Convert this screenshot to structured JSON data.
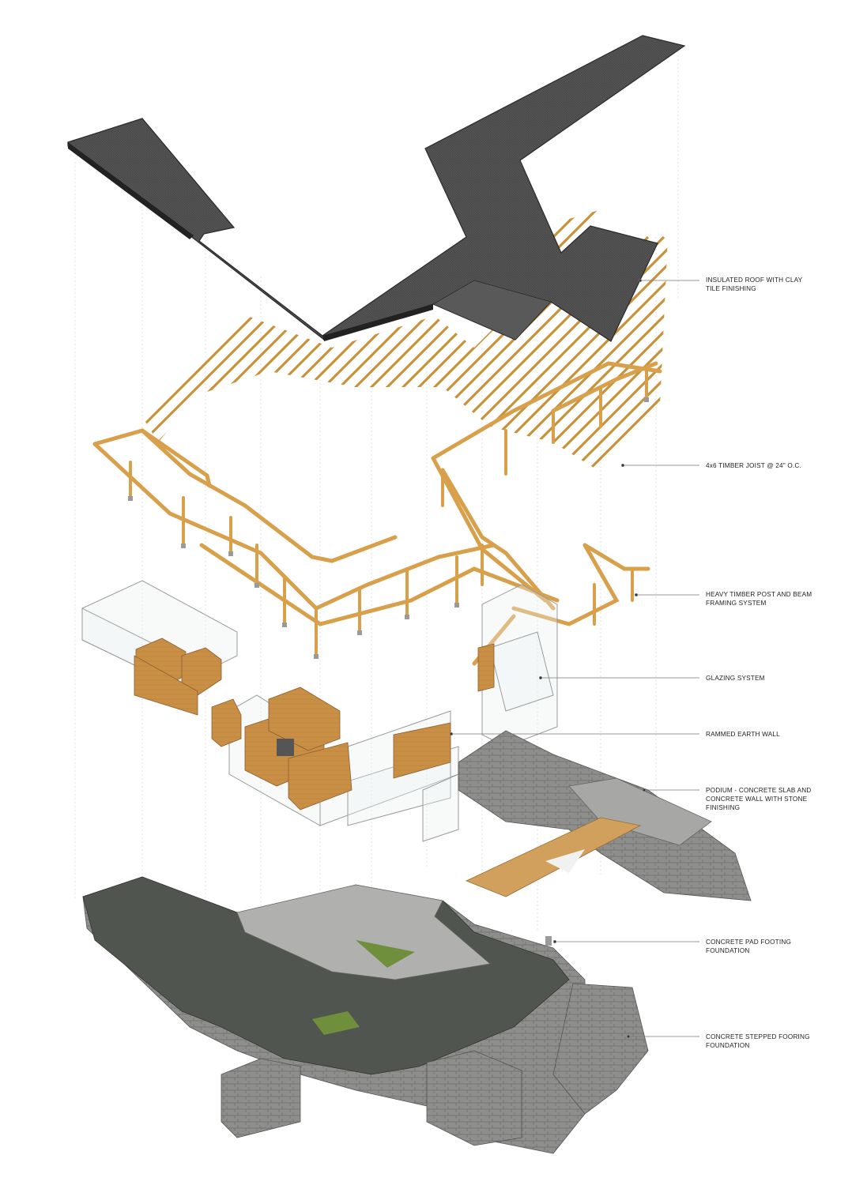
{
  "diagram": {
    "colors": {
      "roof": "#4a4a4a",
      "roof_edge": "#2a2a2a",
      "timber": "#d8a04a",
      "timber_dark": "#b27d2c",
      "joist": "#c8913a",
      "rammed_earth": "#b07a4c",
      "glazing_stroke": "#9a9a9a",
      "stone": "#8c8c8a",
      "concrete": "#b0b0ae",
      "green_roof": "#4f5650",
      "grass": "#6f8f3c",
      "leader": "#777777"
    },
    "labels": {
      "roof": "INSULATED ROOF WITH CLAY\nTILE FINISHING",
      "joist": "4x6 TIMBER JOIST @ 24\" O.C.",
      "framing": "HEAVY TIMBER POST AND BEAM\nFRAMING SYSTEM",
      "glazing": "GLAZING SYSTEM",
      "rammed_earth": "RAMMED EARTH WALL",
      "podium": "PODIUM - CONCRETE SLAB AND\nCONCRETE WALL WITH STONE\nFINISHING",
      "pad_footing": "CONCRETE PAD FOOTING\nFOUNDATION",
      "stepped_footing": "CONCRETE STEPPED FOORING\nFOUNDATION"
    }
  }
}
